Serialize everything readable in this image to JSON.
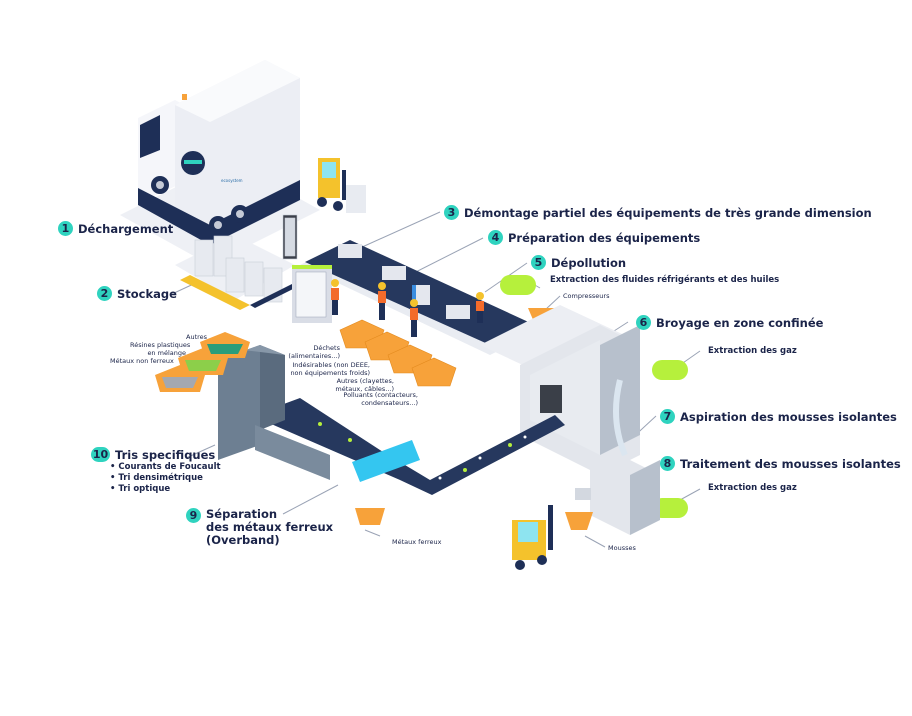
{
  "colors": {
    "accent_teal": "#2fd3bf",
    "text_navy": "#1b2449",
    "bin_orange": "#f7a23a",
    "tank_green": "#b6f03c",
    "conveyor_navy": "#24375c",
    "machine_grey": "#6d7f92",
    "forklift_yellow": "#f4c22c",
    "vest_orange": "#f36b2b"
  },
  "truck": {
    "logo": "e",
    "brand": "ecosystem"
  },
  "steps": [
    {
      "number": "1",
      "title": "Déchargement"
    },
    {
      "number": "2",
      "title": "Stockage"
    },
    {
      "number": "3",
      "title": "Démontage partiel des équipements de très grande dimension"
    },
    {
      "number": "4",
      "title": "Préparation des équipements"
    },
    {
      "number": "5",
      "title": "Dépollution",
      "detail": "Extraction des fluides réfrigérants et des huiles",
      "callout": "Compresseurs"
    },
    {
      "number": "6",
      "title": "Broyage en zone confinée",
      "detail": "Extraction des gaz"
    },
    {
      "number": "7",
      "title": "Aspiration des mousses isolantes"
    },
    {
      "number": "8",
      "title": "Traitement des mousses isolantes",
      "detail": "Extraction des gaz",
      "callout": "Mousses"
    },
    {
      "number": "9",
      "title_lines": [
        "Séparation",
        "des métaux ferreux",
        "(Overband)"
      ],
      "callout": "Métaux ferreux"
    },
    {
      "number": "10",
      "title": "Tris specifiques",
      "bullets": [
        "Courants de Foucault",
        "Tri densimétrique",
        "Tri optique"
      ]
    }
  ],
  "sorting_bins": [
    "Autres",
    "Résines plastiques",
    "en mélange",
    "Métaux non ferreux"
  ],
  "depollution_bins": [
    [
      "Déchets",
      "(alimentaires...)"
    ],
    [
      "Indésirables (non DEEE,",
      "non équipements froids)"
    ],
    [
      "Autres (clayettes,",
      "métaux, câbles...)"
    ],
    [
      "Polluants (contacteurs,",
      "condensateurs...)"
    ]
  ]
}
